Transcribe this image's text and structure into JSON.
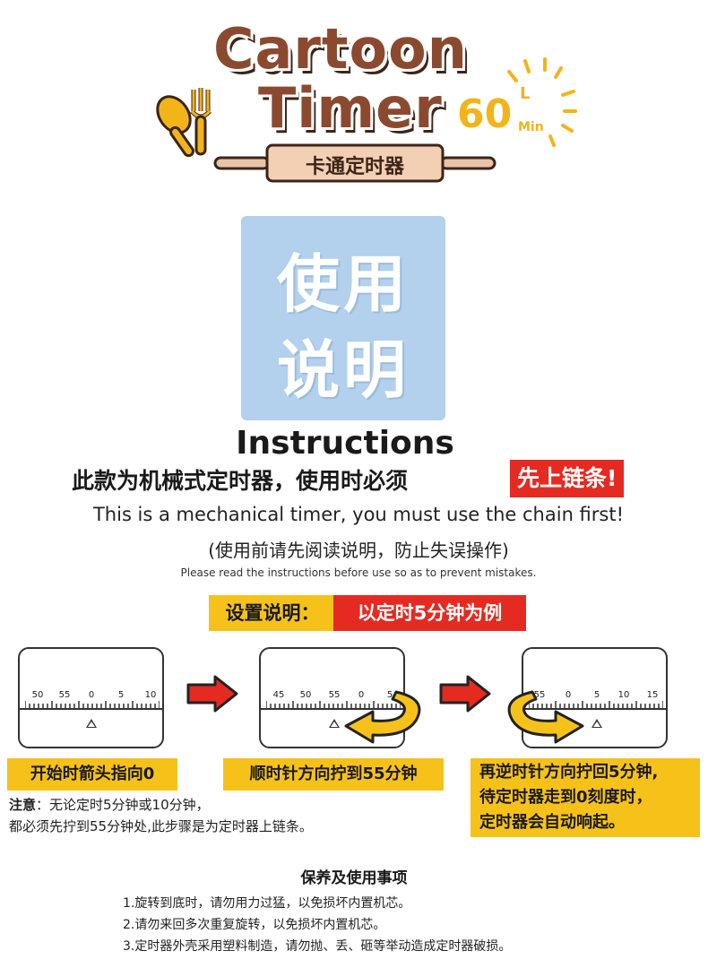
{
  "logo": {
    "line1": "Cartoon",
    "line2": "Timer",
    "duration": "60",
    "duration_unit_top": "L",
    "duration_unit_bottom": "Min",
    "chinese_name": "卡通定时器",
    "colors": {
      "brown": "#8b4a2f",
      "yellow": "#f2b418",
      "dark": "#3b2418"
    }
  },
  "badge": {
    "line1": "使用",
    "line2": "说明",
    "color": "#b3d0ec"
  },
  "instructions": {
    "title": "Instructions",
    "cn_main": "此款为机械式定时器，使用时必须",
    "cn_highlight": "先上链条!",
    "en_main": "This is a mechanical timer, you must use the chain first!",
    "cn_note": "(使用前请先阅读说明，防止失误操作)",
    "en_note": "Please read the instructions before use so as to prevent mistakes."
  },
  "setup": {
    "label": "设置说明：",
    "example": "以定时5分钟为例",
    "colors": {
      "yellow": "#f6c21a",
      "red": "#e52a22"
    }
  },
  "dials": [
    {
      "numbers": [
        "50",
        "55",
        "0",
        "5",
        "10"
      ]
    },
    {
      "numbers": [
        "45",
        "50",
        "55",
        "0",
        "5"
      ]
    },
    {
      "numbers": [
        "55",
        "0",
        "5",
        "10",
        "15"
      ]
    }
  ],
  "steps": {
    "step1": "开始时箭头指向0",
    "step2": "顺时针方向拧到55分钟",
    "step3": [
      "再逆时针方向拧回5分钟,",
      "待定时器走到0刻度时，",
      "定时器会自动响起。"
    ]
  },
  "notice": {
    "label": "注意",
    "line1": "：无论定时5分钟或10分钟，",
    "line2": "都必须先拧到55分钟处,此步骤是为定时器上链条。"
  },
  "care": {
    "title": "保养及使用事项",
    "items": [
      "1.旋转到底时，请勿用力过猛，以免损坏内置机芯。",
      "2.请勿来回多次重复旋转，以免损坏内置机芯。",
      "3.定时器外壳采用塑料制造，请勿抛、丢、砸等举动造成定时器破损。"
    ]
  }
}
